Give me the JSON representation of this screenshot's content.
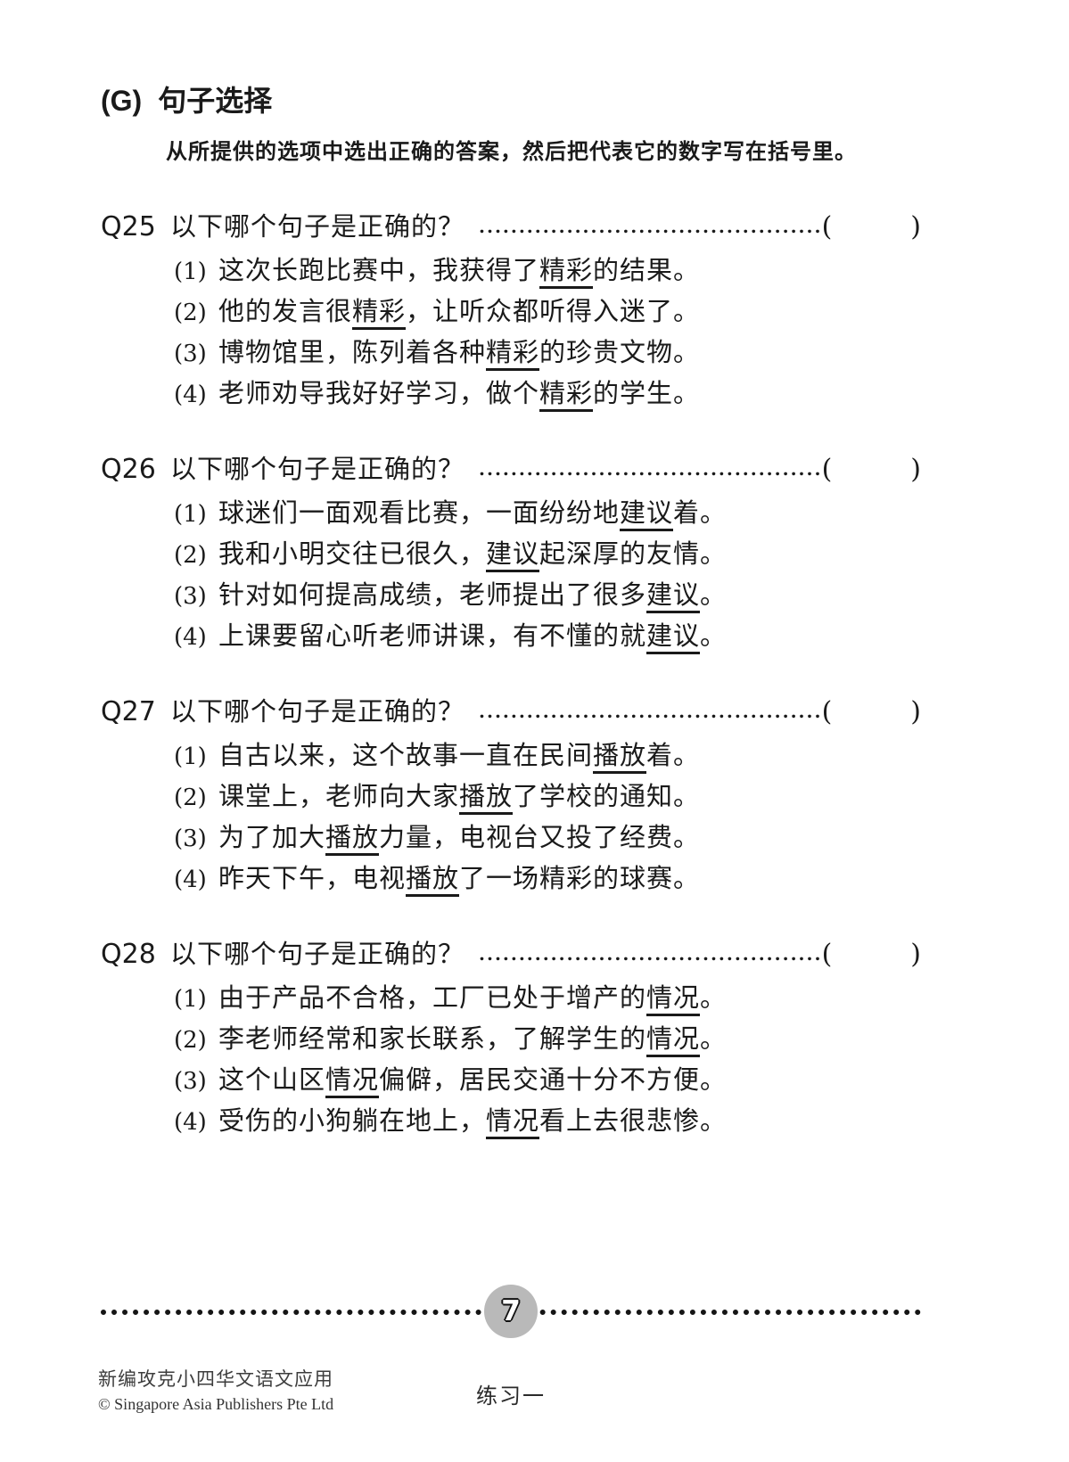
{
  "page": {
    "section_label": "(G)",
    "section_title": "句子选择",
    "instruction": "从所提供的选项中选出正确的答案，然后把代表它的数字写在括号里。",
    "leader_dots": "............................................................",
    "paren_open": "(",
    "paren_close": ")"
  },
  "questions": [
    {
      "id": "Q25",
      "prompt": "以下哪个句子是正确的？",
      "options": [
        {
          "num": "(1)",
          "pre": "这次长跑比赛中，我获得了",
          "u": "精彩",
          "post": "的结果。"
        },
        {
          "num": "(2)",
          "pre": "他的发言很",
          "u": "精彩",
          "post": "，让听众都听得入迷了。"
        },
        {
          "num": "(3)",
          "pre": "博物馆里，陈列着各种",
          "u": "精彩",
          "post": "的珍贵文物。"
        },
        {
          "num": "(4)",
          "pre": "老师劝导我好好学习，做个",
          "u": "精彩",
          "post": "的学生。"
        }
      ]
    },
    {
      "id": "Q26",
      "prompt": "以下哪个句子是正确的？",
      "options": [
        {
          "num": "(1)",
          "pre": "球迷们一面观看比赛，一面纷纷地",
          "u": "建议",
          "post": "着。"
        },
        {
          "num": "(2)",
          "pre": "我和小明交往已很久，",
          "u": "建议",
          "post": "起深厚的友情。"
        },
        {
          "num": "(3)",
          "pre": "针对如何提高成绩，老师提出了很多",
          "u": "建议",
          "post": "。"
        },
        {
          "num": "(4)",
          "pre": "上课要留心听老师讲课，有不懂的就",
          "u": "建议",
          "post": "。"
        }
      ]
    },
    {
      "id": "Q27",
      "prompt": "以下哪个句子是正确的？",
      "options": [
        {
          "num": "(1)",
          "pre": "自古以来，这个故事一直在民间",
          "u": "播放",
          "post": "着。"
        },
        {
          "num": "(2)",
          "pre": "课堂上，老师向大家",
          "u": "播放",
          "post": "了学校的通知。"
        },
        {
          "num": "(3)",
          "pre": "为了加大",
          "u": "播放",
          "post": "力量，电视台又投了经费。"
        },
        {
          "num": "(4)",
          "pre": "昨天下午，电视",
          "u": "播放",
          "post": "了一场精彩的球赛。"
        }
      ]
    },
    {
      "id": "Q28",
      "prompt": "以下哪个句子是正确的？",
      "options": [
        {
          "num": "(1)",
          "pre": "由于产品不合格，工厂已处于增产的",
          "u": "情况",
          "post": "。"
        },
        {
          "num": "(2)",
          "pre": "李老师经常和家长联系，了解学生的",
          "u": "情况",
          "post": "。"
        },
        {
          "num": "(3)",
          "pre": "这个山区",
          "u": "情况",
          "post": "偏僻，居民交通十分不方便。"
        },
        {
          "num": "(4)",
          "pre": "受伤的小狗躺在地上，",
          "u": "情况",
          "post": "看上去很悲惨。"
        }
      ]
    }
  ],
  "footer": {
    "page_number": "7",
    "exercise_label": "练习一",
    "book_title": "新编攻克小四华文语文应用",
    "copyright": "© Singapore Asia Publishers Pte Ltd"
  },
  "colors": {
    "badge_bg": "#b9b9b9",
    "text": "#1a1a1a"
  }
}
